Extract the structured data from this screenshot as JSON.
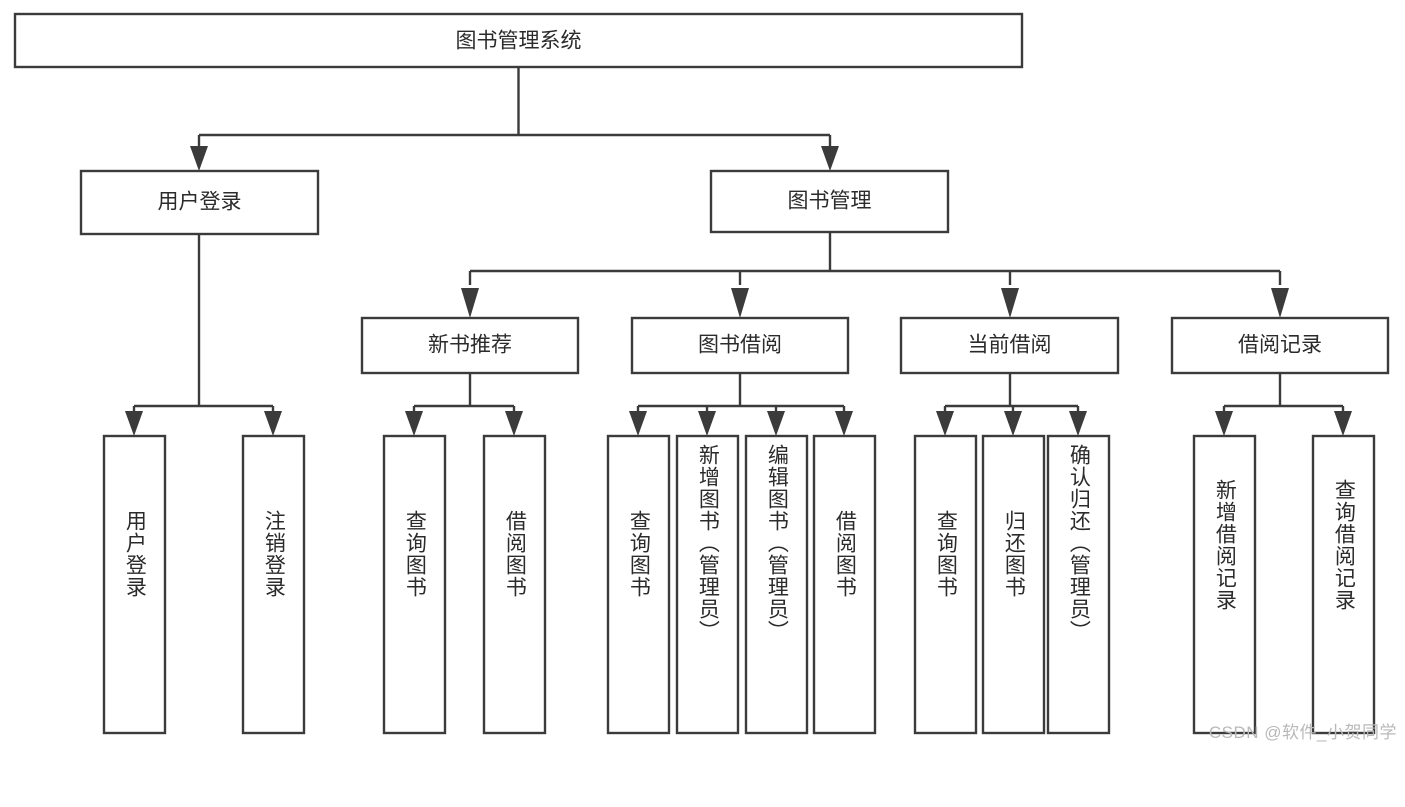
{
  "diagram": {
    "title": "图书管理系统",
    "type": "hierarchy-tree",
    "orientation": "top-down",
    "levels": 4,
    "colors": {
      "box_fill": "#ffffff",
      "box_stroke": "#3b3b3b",
      "text": "#2b2b2b",
      "watermark": "#b9b9b9",
      "background": "#ffffff"
    },
    "root": {
      "label": "图书管理系统",
      "orientation": "horizontal"
    },
    "level2": [
      {
        "label": "用户登录",
        "orientation": "horizontal"
      },
      {
        "label": "图书管理",
        "orientation": "horizontal"
      }
    ],
    "level3": [
      {
        "label": "新书推荐",
        "orientation": "horizontal",
        "parent": "图书管理"
      },
      {
        "label": "图书借阅",
        "orientation": "horizontal",
        "parent": "图书管理"
      },
      {
        "label": "当前借阅",
        "orientation": "horizontal",
        "parent": "图书管理"
      },
      {
        "label": "借阅记录",
        "orientation": "horizontal",
        "parent": "图书管理"
      }
    ],
    "leaves": [
      {
        "label": "用户登录",
        "orientation": "vertical",
        "parent": "用户登录"
      },
      {
        "label": "注销登录",
        "orientation": "vertical",
        "parent": "用户登录"
      },
      {
        "label": "查询图书",
        "orientation": "vertical",
        "parent": "新书推荐"
      },
      {
        "label": "借阅图书",
        "orientation": "vertical",
        "parent": "新书推荐"
      },
      {
        "label": "查询图书",
        "orientation": "vertical",
        "parent": "图书借阅"
      },
      {
        "label": "新增图书（管理员）",
        "orientation": "vertical",
        "parent": "图书借阅"
      },
      {
        "label": "编辑图书（管理员）",
        "orientation": "vertical",
        "parent": "图书借阅"
      },
      {
        "label": "借阅图书",
        "orientation": "vertical",
        "parent": "图书借阅"
      },
      {
        "label": "查询图书",
        "orientation": "vertical",
        "parent": "当前借阅"
      },
      {
        "label": "归还图书",
        "orientation": "vertical",
        "parent": "当前借阅"
      },
      {
        "label": "确认归还（管理员）",
        "orientation": "vertical",
        "parent": "当前借阅"
      },
      {
        "label": "新增借阅记录",
        "orientation": "vertical",
        "parent": "借阅记录"
      },
      {
        "label": "查询借阅记录",
        "orientation": "vertical",
        "parent": "借阅记录"
      }
    ]
  },
  "watermark": {
    "text": "CSDN @软件_小贺同学"
  }
}
